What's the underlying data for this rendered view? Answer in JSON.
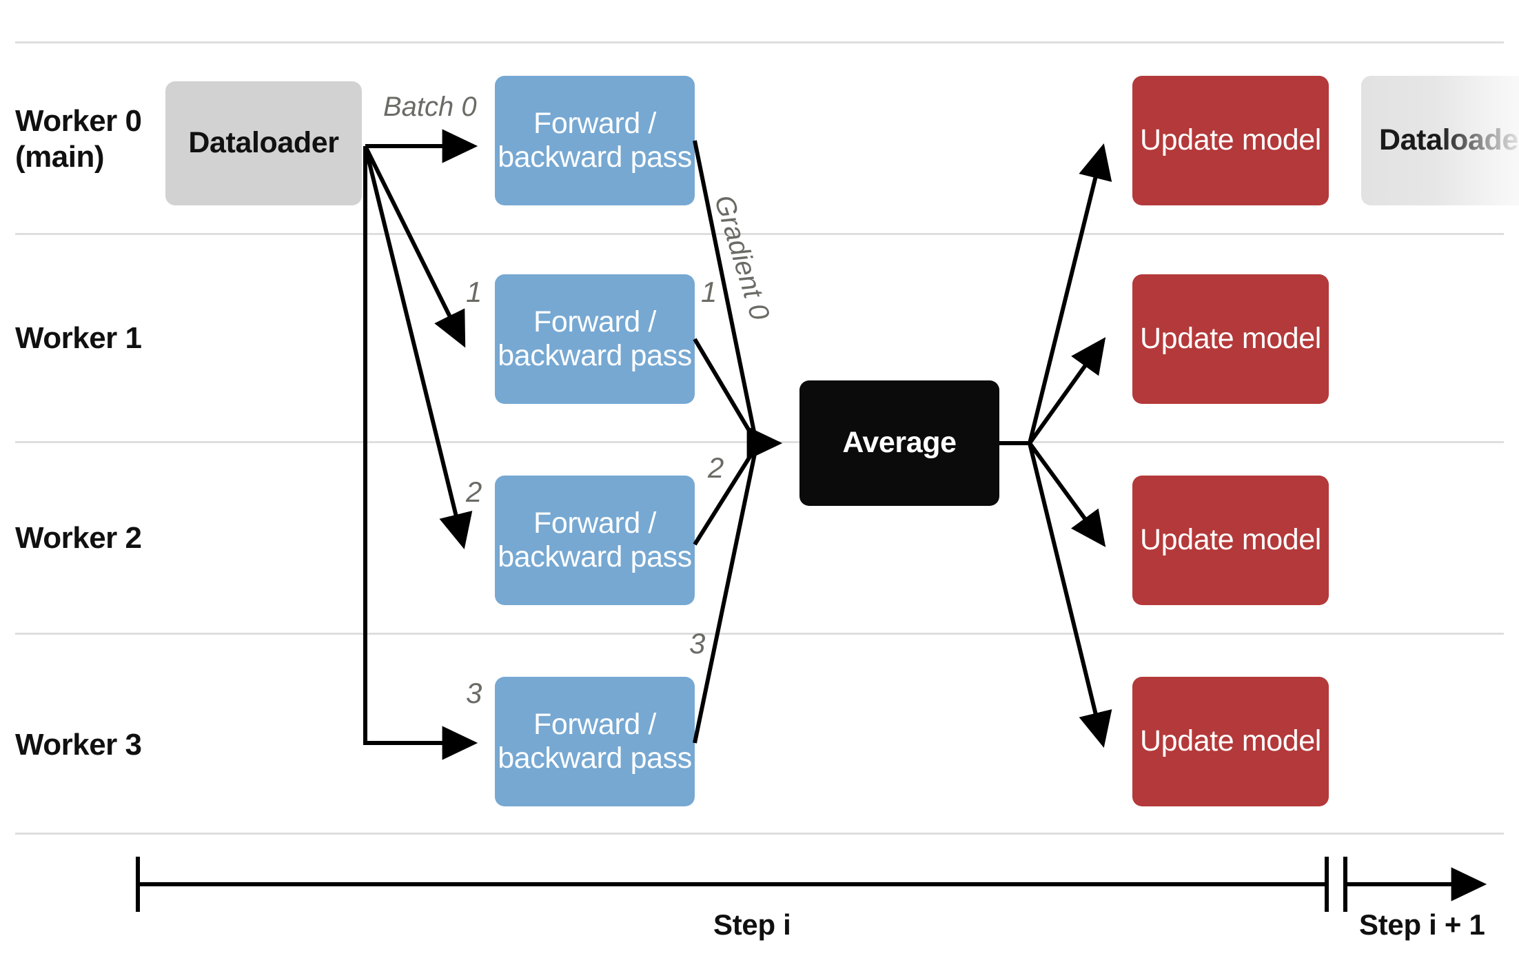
{
  "diagram": {
    "title_rows": [
      {
        "id": "worker0",
        "label": "Worker 0\n(main)"
      },
      {
        "id": "worker1",
        "label": "Worker 1"
      },
      {
        "id": "worker2",
        "label": "Worker 2"
      },
      {
        "id": "worker3",
        "label": "Worker 3"
      }
    ],
    "nodes": {
      "dataloader": "Dataloader",
      "dataloader_next": "Dataloader",
      "forward_backward": "Forward /\nbackward pass",
      "average": "Average",
      "update_model": "Update model"
    },
    "edge_labels": {
      "batch0": "Batch 0",
      "gradient0": "Gradient 0",
      "batch_1": "1",
      "batch_2": "2",
      "batch_3": "3",
      "grad_1": "1",
      "grad_2": "2",
      "grad_3": "3"
    },
    "timeline": {
      "step_current": "Step i",
      "step_next": "Step i + 1"
    },
    "colors": {
      "dataloader_fill": "#d2d2d2",
      "forward_fill": "#76a8d2",
      "average_fill": "#0b0b0b",
      "update_fill": "#b4393a",
      "separator": "#dedede",
      "edge_label_text": "#6b6b66",
      "arrow": "#000000"
    }
  }
}
